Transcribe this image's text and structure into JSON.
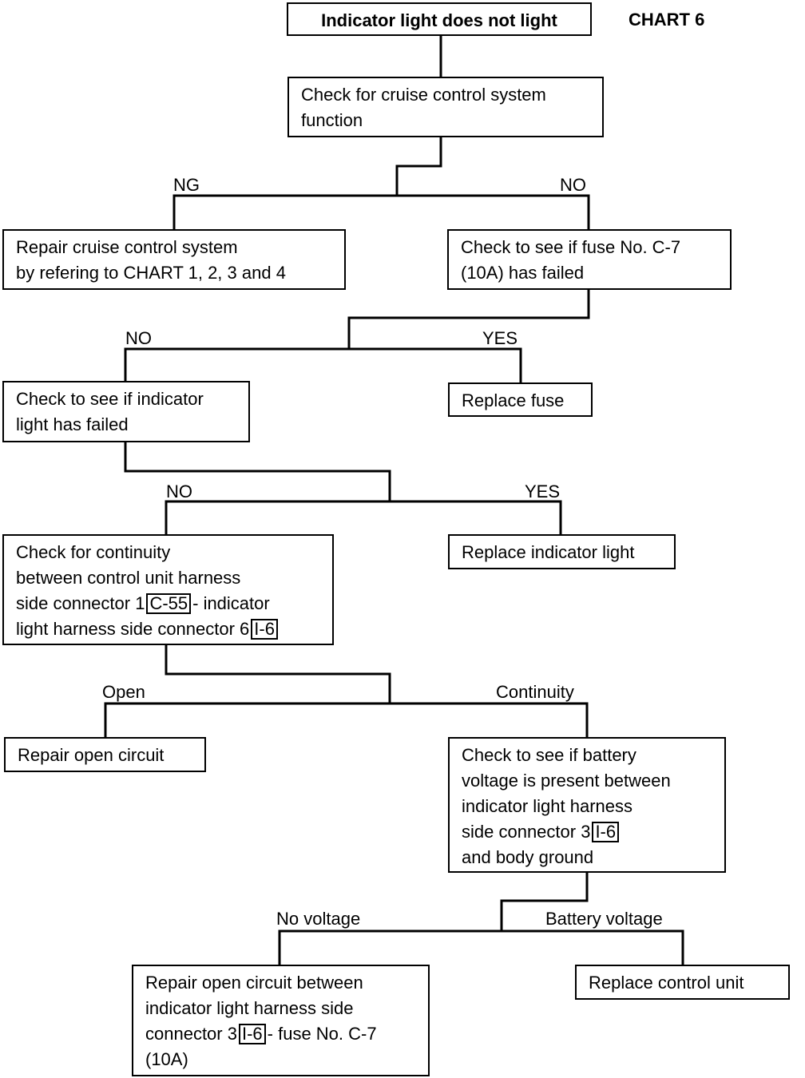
{
  "chart_id": "CHART 6",
  "nodes": {
    "start": {
      "lines": [
        "Indicator light does not light"
      ]
    },
    "check_function": {
      "lines": [
        "Check for cruise control system",
        "function"
      ]
    },
    "repair_cruise": {
      "lines": [
        "Repair cruise control system",
        "by refering to CHART 1, 2, 3 and 4"
      ]
    },
    "check_fuse": {
      "lines": [
        "Check to see if fuse No. C-7",
        "(10A) has failed"
      ]
    },
    "check_indicator": {
      "lines": [
        "Check to see if indicator",
        "light has failed"
      ]
    },
    "replace_fuse": {
      "lines": [
        "Replace fuse"
      ]
    },
    "check_continuity": {
      "l1": "Check for continuity",
      "l2": "between control unit harness",
      "l3_pre": "side connector 1",
      "l3_conn": "C-55",
      "l3_post": "- indicator",
      "l4_pre": "light harness side connector 6",
      "l4_conn": "I-6"
    },
    "replace_indicator": {
      "lines": [
        "Replace indicator light"
      ]
    },
    "repair_open": {
      "lines": [
        "Repair open circuit"
      ]
    },
    "check_battery": {
      "l1": "Check to see if battery",
      "l2": "voltage is present between",
      "l3": "indicator light harness",
      "l4_pre": "side connector 3",
      "l4_conn": "I-6",
      "l5": "and body ground"
    },
    "repair_open_fuse": {
      "l1": "Repair open circuit between",
      "l2": "indicator light harness side",
      "l3_pre": "connector 3",
      "l3_conn": "I-6",
      "l3_post": "- fuse No. C-7",
      "l4": "(10A)"
    },
    "replace_control": {
      "lines": [
        "Replace control unit"
      ]
    }
  },
  "branch_labels": {
    "ng": "NG",
    "no_1": "NO",
    "no_2": "NO",
    "yes_1": "YES",
    "no_3": "NO",
    "yes_2": "YES",
    "open": "Open",
    "continuity": "Continuity",
    "no_voltage": "No voltage",
    "battery_voltage": "Battery voltage"
  }
}
